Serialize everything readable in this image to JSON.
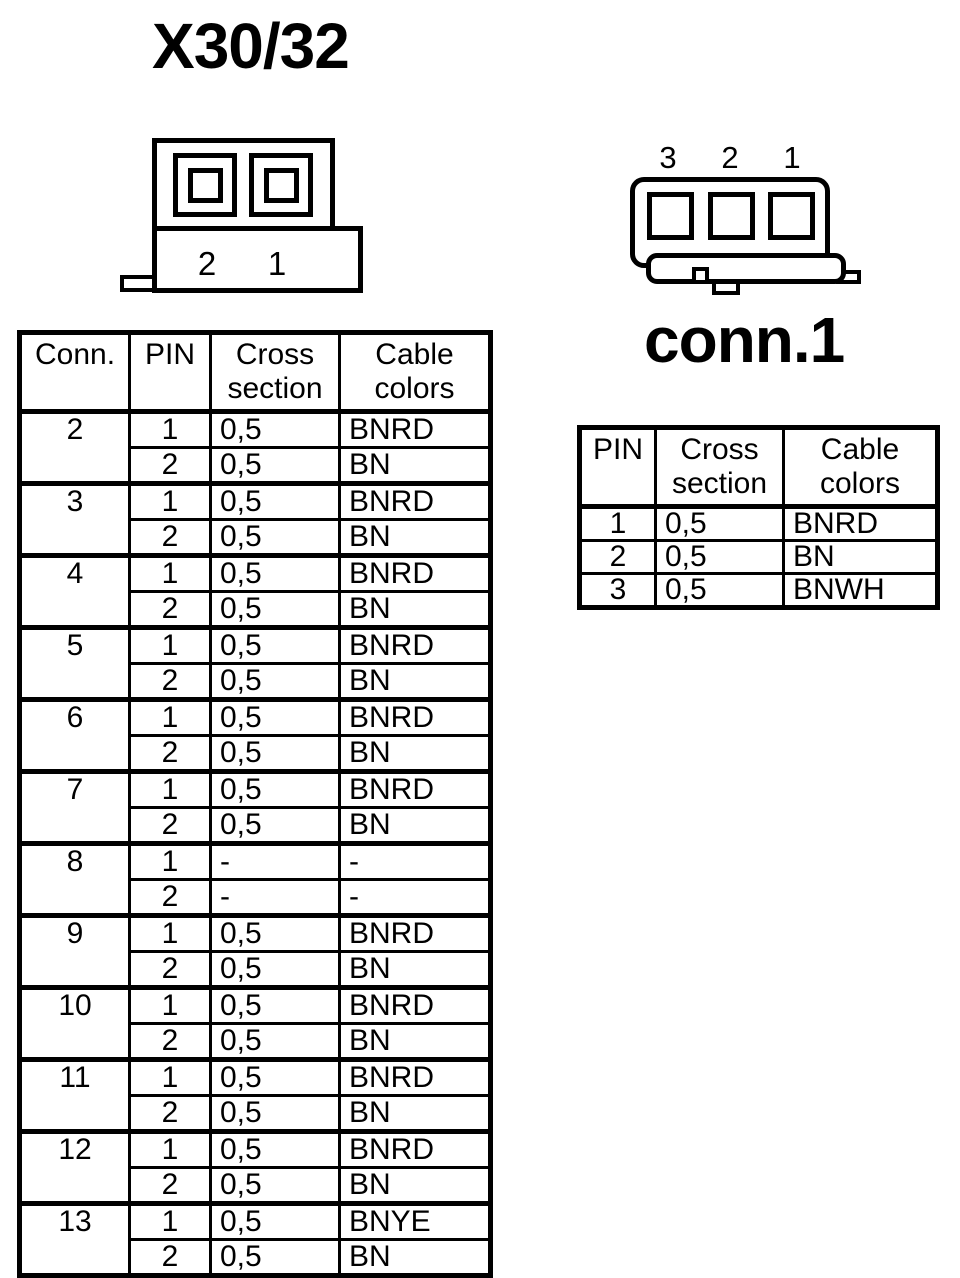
{
  "page": {
    "background_color": "#ffffff",
    "line_color": "#000000"
  },
  "left_connector": {
    "title": "X30/32",
    "pin_labels": [
      "2",
      "1"
    ]
  },
  "right_connector": {
    "title": "conn.1",
    "pin_labels": [
      "3",
      "2",
      "1"
    ]
  },
  "main_table": {
    "headers": [
      "Conn.",
      "PIN",
      "Cross section",
      "Cable colors"
    ],
    "groups": [
      {
        "conn": "2",
        "pins": [
          {
            "pin": "1",
            "cross": "0,5",
            "color": "BNRD"
          },
          {
            "pin": "2",
            "cross": "0,5",
            "color": "BN"
          }
        ]
      },
      {
        "conn": "3",
        "pins": [
          {
            "pin": "1",
            "cross": "0,5",
            "color": "BNRD"
          },
          {
            "pin": "2",
            "cross": "0,5",
            "color": "BN"
          }
        ]
      },
      {
        "conn": "4",
        "pins": [
          {
            "pin": "1",
            "cross": "0,5",
            "color": "BNRD"
          },
          {
            "pin": "2",
            "cross": "0,5",
            "color": "BN"
          }
        ]
      },
      {
        "conn": "5",
        "pins": [
          {
            "pin": "1",
            "cross": "0,5",
            "color": "BNRD"
          },
          {
            "pin": "2",
            "cross": "0,5",
            "color": "BN"
          }
        ]
      },
      {
        "conn": "6",
        "pins": [
          {
            "pin": "1",
            "cross": "0,5",
            "color": "BNRD"
          },
          {
            "pin": "2",
            "cross": "0,5",
            "color": "BN"
          }
        ]
      },
      {
        "conn": "7",
        "pins": [
          {
            "pin": "1",
            "cross": "0,5",
            "color": "BNRD"
          },
          {
            "pin": "2",
            "cross": "0,5",
            "color": "BN"
          }
        ]
      },
      {
        "conn": "8",
        "pins": [
          {
            "pin": "1",
            "cross": "-",
            "color": "-"
          },
          {
            "pin": "2",
            "cross": "-",
            "color": "-"
          }
        ]
      },
      {
        "conn": "9",
        "pins": [
          {
            "pin": "1",
            "cross": "0,5",
            "color": "BNRD"
          },
          {
            "pin": "2",
            "cross": "0,5",
            "color": "BN"
          }
        ]
      },
      {
        "conn": "10",
        "pins": [
          {
            "pin": "1",
            "cross": "0,5",
            "color": "BNRD"
          },
          {
            "pin": "2",
            "cross": "0,5",
            "color": "BN"
          }
        ]
      },
      {
        "conn": "11",
        "pins": [
          {
            "pin": "1",
            "cross": "0,5",
            "color": "BNRD"
          },
          {
            "pin": "2",
            "cross": "0,5",
            "color": "BN"
          }
        ]
      },
      {
        "conn": "12",
        "pins": [
          {
            "pin": "1",
            "cross": "0,5",
            "color": "BNRD"
          },
          {
            "pin": "2",
            "cross": "0,5",
            "color": "BN"
          }
        ]
      },
      {
        "conn": "13",
        "pins": [
          {
            "pin": "1",
            "cross": "0,5",
            "color": "BNYE"
          },
          {
            "pin": "2",
            "cross": "0,5",
            "color": "BN"
          }
        ]
      }
    ]
  },
  "conn1_table": {
    "headers": [
      "PIN",
      "Cross section",
      "Cable colors"
    ],
    "rows": [
      {
        "pin": "1",
        "cross": "0,5",
        "color": "BNRD"
      },
      {
        "pin": "2",
        "cross": "0,5",
        "color": "BN"
      },
      {
        "pin": "3",
        "cross": "0,5",
        "color": "BNWH"
      }
    ]
  }
}
